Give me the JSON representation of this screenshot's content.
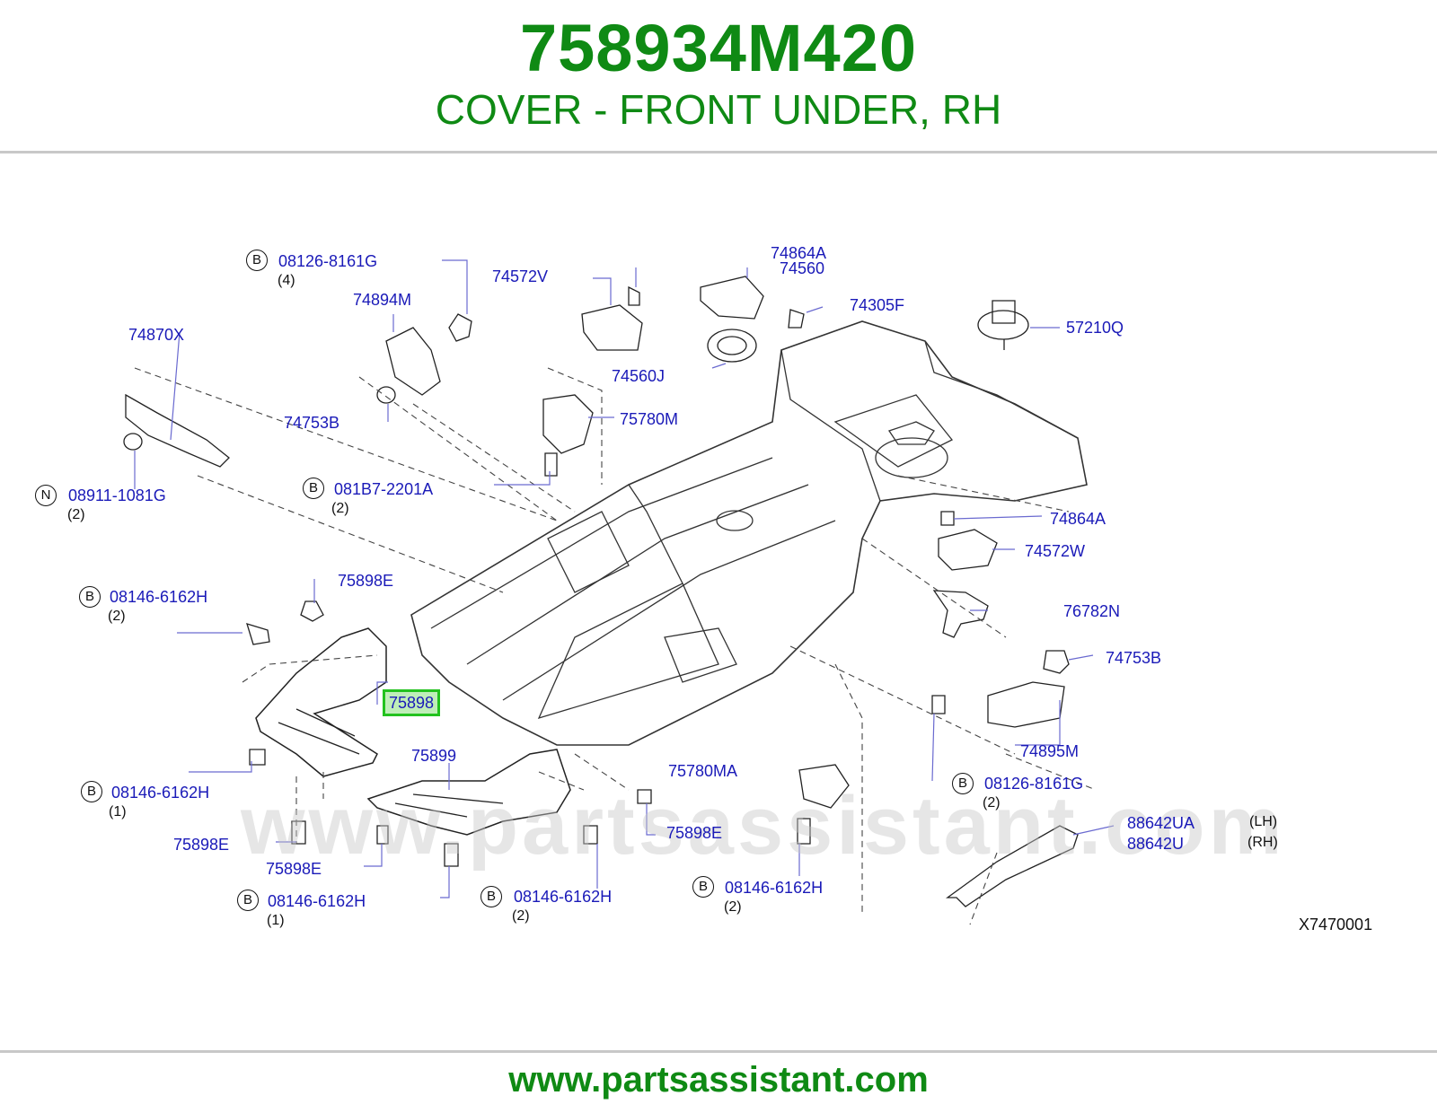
{
  "header": {
    "part_number": "758934M420",
    "description": "COVER - FRONT UNDER, RH"
  },
  "footer": {
    "url": "www.partsassistant.com"
  },
  "watermark": "www.partsassistant.com",
  "diagram_ref": "X7470001",
  "labels": {
    "l1": "08126-8161G",
    "q1": "(4)",
    "c1": "B",
    "l2": "74572V",
    "l3": "74864A",
    "l4": "74560",
    "l5": "74305F",
    "l6": "57210Q",
    "l7": "74894M",
    "l8": "74870X",
    "l9": "74560J",
    "l10": "75780M",
    "l11": "74753B",
    "l12": "08911-1081G",
    "q12": "(2)",
    "c12": "N",
    "l13": "081B7-2201A",
    "q13": "(2)",
    "c13": "B",
    "l14": "74864A",
    "l15": "74572W",
    "l16": "75898E",
    "l17": "08146-6162H",
    "q17": "(2)",
    "c17": "B",
    "l18": "76782N",
    "l19": "74753B",
    "l20": "75898",
    "l21": "74895M",
    "l22": "75899",
    "l23": "75780MA",
    "l24": "08126-8161G",
    "q24": "(2)",
    "c24": "B",
    "l25": "08146-6162H",
    "q25": "(1)",
    "c25": "B",
    "l26": "88642UA",
    "s26": "(LH)",
    "l27": "88642U",
    "s27": "(RH)",
    "l28": "75898E",
    "l29": "75898E",
    "l30": "75898E",
    "l31": "08146-6162H",
    "q31": "(1)",
    "c31": "B",
    "l32": "08146-6162H",
    "q32": "(2)",
    "c32": "B",
    "l33": "08146-6162H",
    "q33": "(2)",
    "c33": "B"
  },
  "colors": {
    "brand_green": "#0f8a14",
    "label_blue": "#1a1ab8",
    "highlight_green": "#22c21e"
  }
}
